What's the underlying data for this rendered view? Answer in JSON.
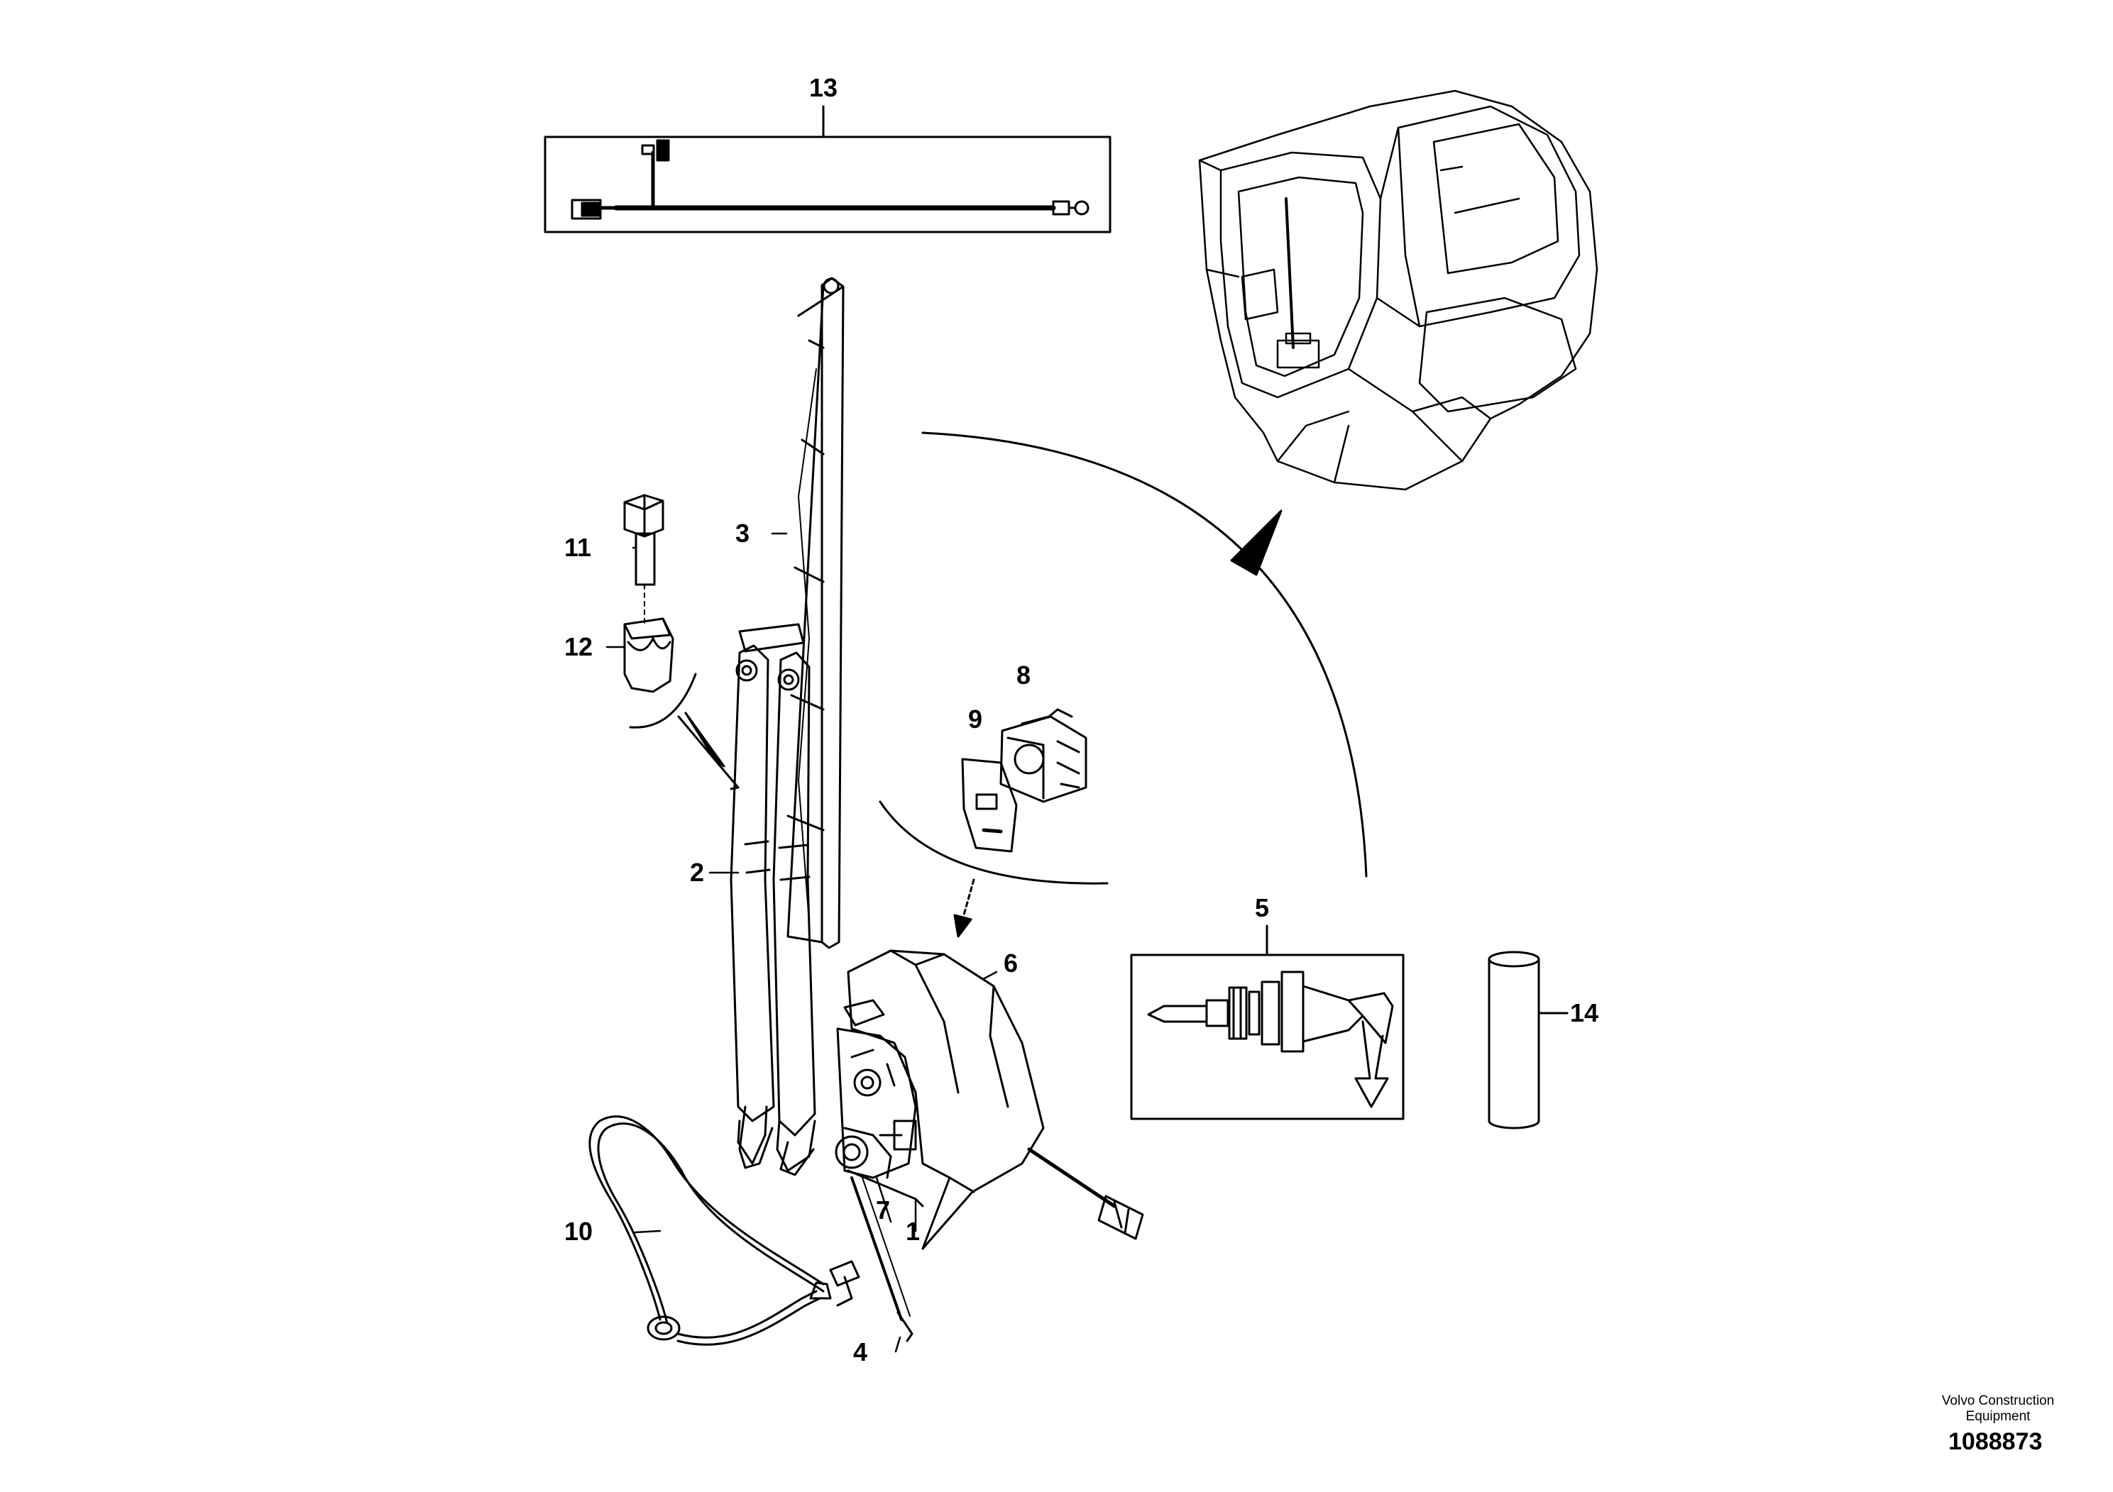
{
  "callouts": {
    "c1": "1",
    "c2": "2",
    "c3": "3",
    "c4": "4",
    "c5": "5",
    "c6": "6",
    "c7": "7",
    "c8": "8",
    "c9": "9",
    "c10": "10",
    "c11": "11",
    "c12": "12",
    "c13": "13",
    "c14": "14"
  },
  "footer": {
    "company_line1": "Volvo Construction",
    "company_line2": "Equipment",
    "drawing_number": "1088873"
  }
}
